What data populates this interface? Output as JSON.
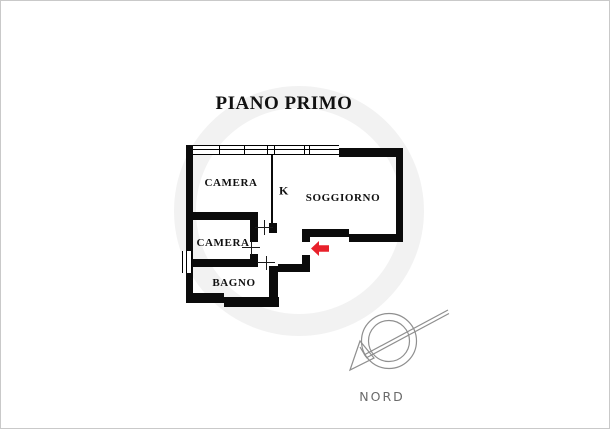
{
  "title": "PIANO PRIMO",
  "rooms": {
    "camera_top": "CAMERA",
    "kitchen": "K",
    "living": "SOGGIORNO",
    "camera_bottom": "CAMERA",
    "bath": "BAGNO"
  },
  "compass": {
    "label": "NORD"
  },
  "colors": {
    "wall": "#0b0b0b",
    "entry_arrow": "#e8212b",
    "compass_stroke": "#8f8f8f",
    "compass_text": "#6a6a6a",
    "frame": "#c9c9c9"
  }
}
